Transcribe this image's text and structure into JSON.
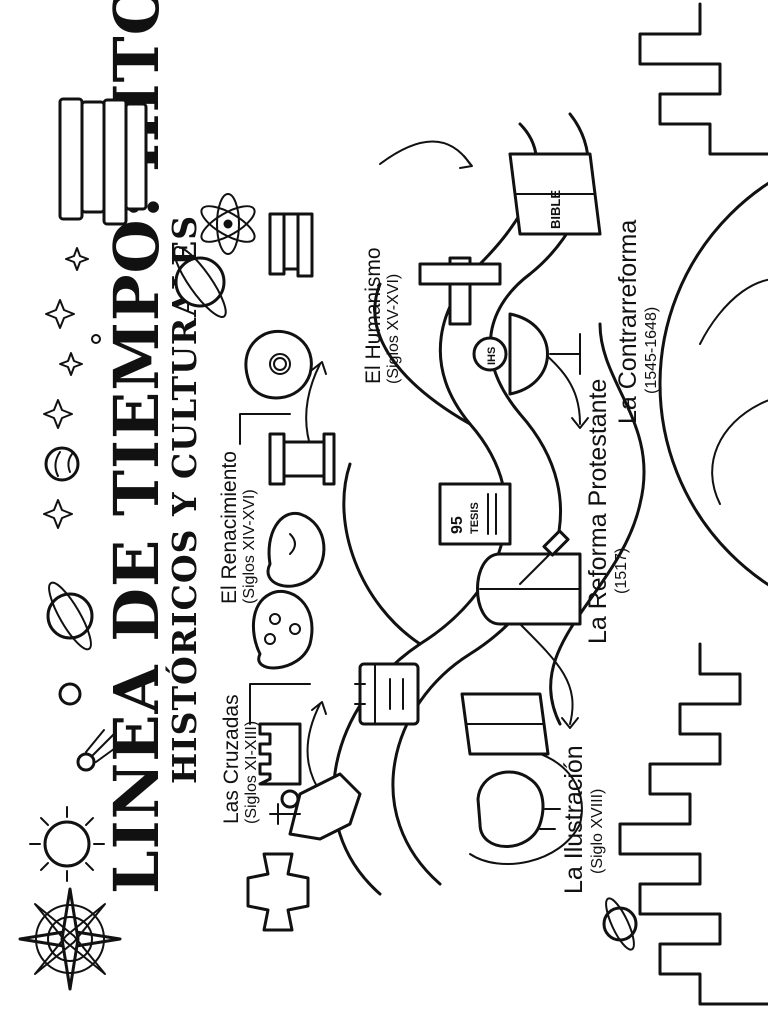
{
  "title": {
    "main": "LINEA DE TIEMPO: HITOS",
    "sub": "HISTÓRICOS Y CULTURALES"
  },
  "milestones": [
    {
      "id": "cruzadas",
      "name": "Las Cruzadas",
      "period": "(Siglos XI-XIII)"
    },
    {
      "id": "renacimiento",
      "name": "El Renacimiento",
      "period": "(Siglos XIV-XVI)"
    },
    {
      "id": "humanismo",
      "name": "El Humanismo",
      "period": "(Siglos XV-XVI)"
    },
    {
      "id": "contrarreforma",
      "name": "La Contrarreforma",
      "period": "(1545-1648)"
    },
    {
      "id": "reforma",
      "name": "La Reforma Protestante",
      "period": "(1517)"
    },
    {
      "id": "ilustracion",
      "name": "La Ilustración",
      "period": "(Siglo XVIII)"
    }
  ],
  "illustration_text": {
    "bible": "BIBLE",
    "ihs": "IHS",
    "theses_number": "95",
    "theses_word": "TESIS"
  },
  "colors": {
    "ink": "#111111",
    "paper": "#ffffff"
  }
}
